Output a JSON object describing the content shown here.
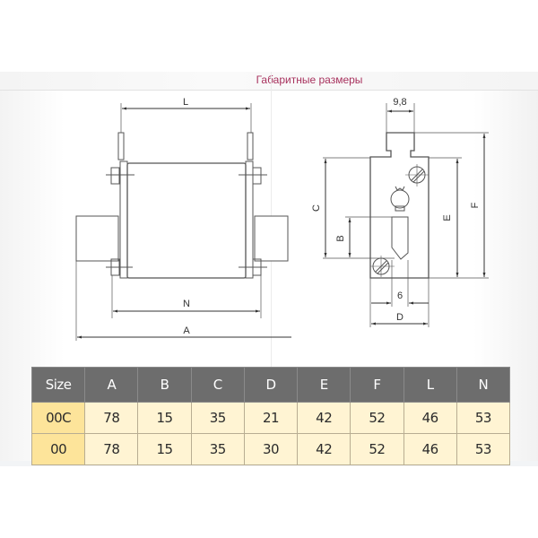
{
  "header": {
    "title": "Габаритные размеры"
  },
  "drawing": {
    "front_view": {
      "labels": {
        "L": "L",
        "N": "N",
        "A": "A"
      }
    },
    "side_view": {
      "labels": {
        "width_top": "9,8",
        "C": "C",
        "B": "B",
        "E": "E",
        "F": "F",
        "six": "6",
        "D": "D"
      }
    }
  },
  "table": {
    "columns": [
      "Size",
      "A",
      "B",
      "C",
      "D",
      "E",
      "F",
      "L",
      "N"
    ],
    "rows": [
      [
        "00C",
        "78",
        "15",
        "35",
        "21",
        "42",
        "52",
        "46",
        "53"
      ],
      [
        "00",
        "78",
        "15",
        "35",
        "30",
        "42",
        "52",
        "46",
        "53"
      ]
    ]
  },
  "colors": {
    "title": "#a8325e",
    "header_bg": "#6d6d6d",
    "cell_bg": "#fff4d3",
    "size_cell_bg": "#fde49a"
  }
}
